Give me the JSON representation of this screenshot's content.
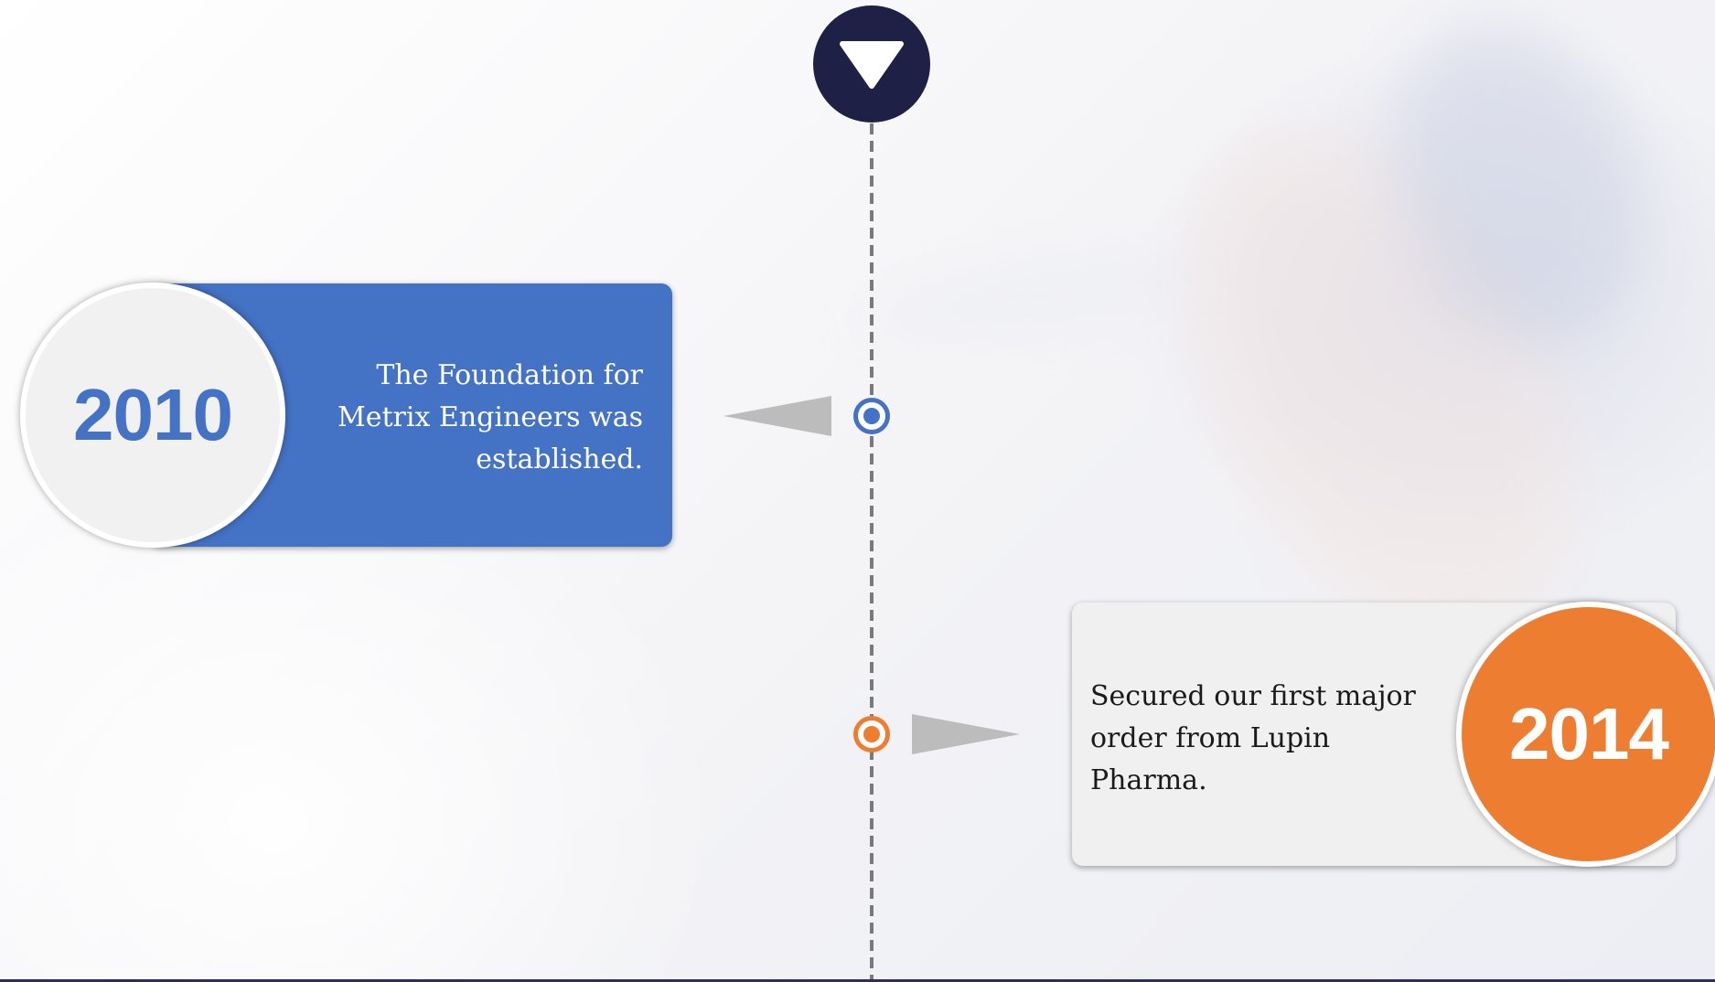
{
  "timeline": {
    "start_icon": "triangle-down-icon",
    "events": [
      {
        "year": "2010",
        "text_lines": [
          "The Foundation for",
          "Metrix Engineers was",
          "established."
        ],
        "side": "left",
        "accent_color": "#4472c4"
      },
      {
        "year": "2014",
        "text_lines": [
          "Secured our first major",
          "order from Lupin",
          "Pharma."
        ],
        "side": "right",
        "accent_color": "#ed7d31"
      }
    ]
  },
  "colors": {
    "start_node": "#1f2046",
    "timeline_line": "#7a7a7a",
    "pointer": "#bcbcbc",
    "card_light": "#f0f0f0",
    "text_dark": "#1a1a1a",
    "text_light": "#ffffff"
  }
}
